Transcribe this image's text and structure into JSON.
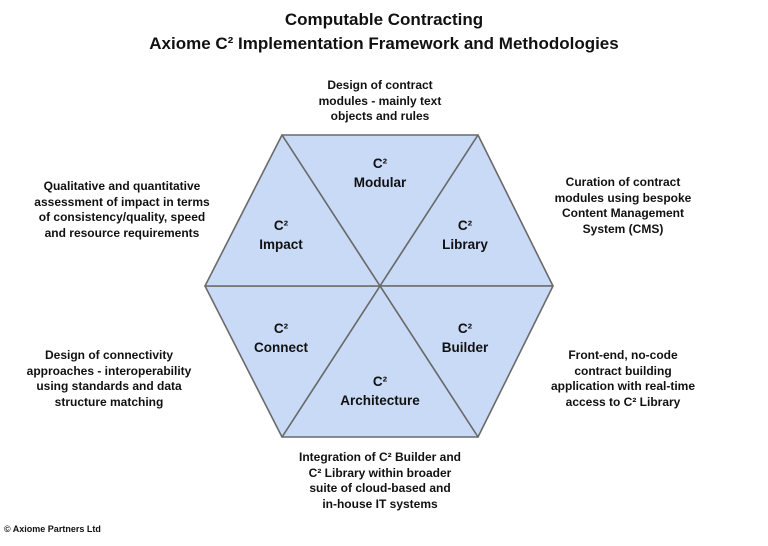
{
  "title": {
    "line1": "Computable Contracting",
    "line2": "Axiome C² Implementation Framework and Methodologies"
  },
  "colors": {
    "fill": "#c9daf6",
    "stroke": "#6a6a6a"
  },
  "segments": [
    {
      "prefix": "C²",
      "name": "Modular"
    },
    {
      "prefix": "C²",
      "name": "Library"
    },
    {
      "prefix": "C²",
      "name": "Builder"
    },
    {
      "prefix": "C²",
      "name": "Architecture"
    },
    {
      "prefix": "C²",
      "name": "Connect"
    },
    {
      "prefix": "C²",
      "name": "Impact"
    }
  ],
  "descriptions": {
    "modular": [
      "Design of contract",
      "modules - mainly text",
      "objects and rules"
    ],
    "library": [
      "Curation of contract",
      "modules using bespoke",
      "Content Management",
      "System (CMS)"
    ],
    "builder": [
      "Front-end, no-code",
      "contract building",
      "application with real-time",
      "access to C² Library"
    ],
    "architecture": [
      "Integration of C² Builder and",
      "C² Library within broader",
      "suite of cloud-based and",
      "in-house IT systems"
    ],
    "connect": [
      "Design of connectivity",
      "approaches - interoperability",
      "using standards and data",
      "structure matching"
    ],
    "impact": [
      "Qualitative and quantitative",
      "assessment of impact in terms",
      "of consistency/quality, speed",
      "and resource requirements"
    ]
  },
  "copyright": "© Axiome Partners Ltd"
}
